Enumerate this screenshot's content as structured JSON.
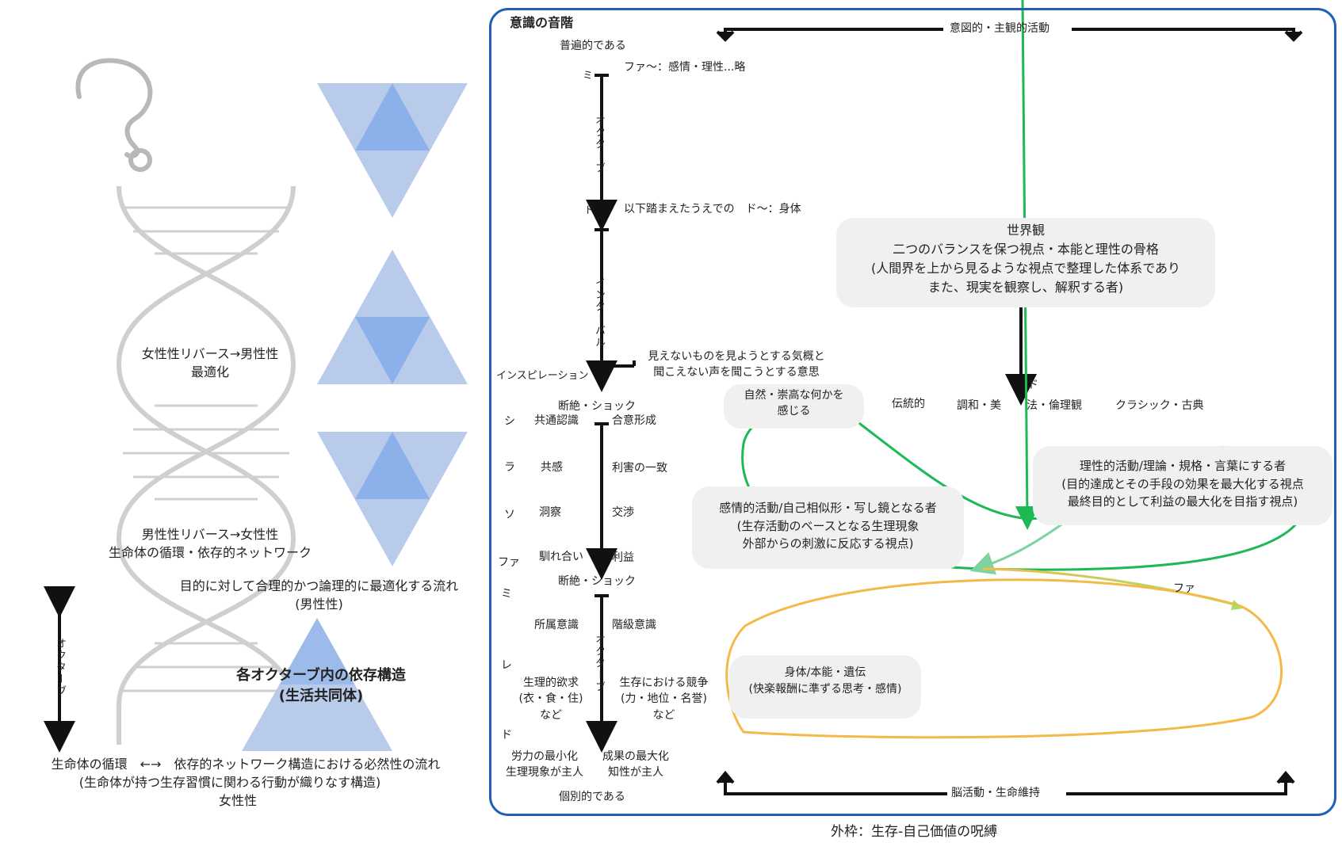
{
  "left": {
    "top_label": [
      "女性性リバース→男性性",
      "最適化"
    ],
    "mid_label": [
      "男性性リバース→女性性",
      "生命体の循環・依存的ネットワーク"
    ],
    "flow_label": [
      "目的に対して合理的かつ論理的に最適化する流れ",
      "(男性性)"
    ],
    "octave_label": "オクターブ",
    "dep_title": [
      "各オクターブ内の依存構造",
      "(生活共同体)"
    ],
    "bottom_line1": "生命体の循環　←→　依存的ネットワーク構造における必然性の流れ",
    "bottom_line2": "(生命体が持つ生存習慣に関わる行動が織りなす構造)",
    "bottom_line3": "女性性"
  },
  "frame": {
    "title": "意識の音階",
    "top_arrow_label": "意図的・主観的活動",
    "bottom_arrow_label": "脳活動・生命維持",
    "caption": "外枠：生存-自己価値の呪縛"
  },
  "scale": {
    "universal": "普遍的である",
    "fa_note": "ファ〜：感情・理性...略",
    "mi_top": "ミ",
    "octave_top": "オクターブ",
    "do_top": "ド",
    "do_note": "以下踏まえたうえでの　ド〜：身体",
    "interval": "インターバル",
    "inspiration": "インスピレーション",
    "insp_note": [
      "見えないものを見ようとする気概と",
      "聞こえない声を聞こうとする意思"
    ],
    "shock1": "断絶・ショック",
    "si": "シ",
    "la": "ラ",
    "so": "ソ",
    "fa": "ファ",
    "mi": "ミ",
    "re": "レ",
    "do": "ド",
    "common": "共通認識",
    "consensus": "合意形成",
    "empathy": "共感",
    "interest_match": "利害の一致",
    "insight": "洞察",
    "negotiation": "交渉",
    "familiarity": "馴れ合い",
    "profit": "利益",
    "shock2": "断絶・ショック",
    "belonging": "所属意識",
    "class": "階級意識",
    "octave_bottom": "オクターブ",
    "needs": [
      "生理的欲求",
      "(衣・食・住)",
      "など"
    ],
    "competition": [
      "生存における競争",
      "(力・地位・名誉)",
      "など"
    ],
    "min_effort": [
      "労力の最小化",
      "生理現象が主人"
    ],
    "max_result": [
      "成果の最大化",
      "知性が主人"
    ],
    "individual": "個別的である"
  },
  "right": {
    "worldview": [
      "世界観",
      "二つのバランスを保つ視点・本能と理性の骨格",
      "(人間界を上から見るような視点で整理した体系であり",
      "また、現実を観察し、解釈する者)"
    ],
    "do_label": "ド",
    "nature": [
      "自然・崇高な何かを",
      "感じる"
    ],
    "traditional": "伝統的",
    "harmony": "調和・美",
    "law": "法・倫理観",
    "classic": "クラシック・古典",
    "rational": [
      "理性的活動/理論・規格・言葉にする者",
      "(目的達成とその手段の効果を最大化する視点",
      "最終目的として利益の最大化を目指す視点)"
    ],
    "emotional": [
      "感情的活動/自己相似形・写し鏡となる者",
      "(生存活動のベースとなる生理現象",
      "外部からの刺激に反応する視点)"
    ],
    "fa_label": "ファ",
    "body": [
      "身体/本能・遺伝",
      "(快楽報酬に準ずる思考・感情)"
    ]
  },
  "colors": {
    "frame": "#1f5fb4",
    "triangle_light": "#b9cbea",
    "triangle_dark": "#8bb0ea",
    "green": "#1db954",
    "light_green": "#7fd3a0",
    "orange": "#f5b94a",
    "dna": "#cfcfcf"
  }
}
